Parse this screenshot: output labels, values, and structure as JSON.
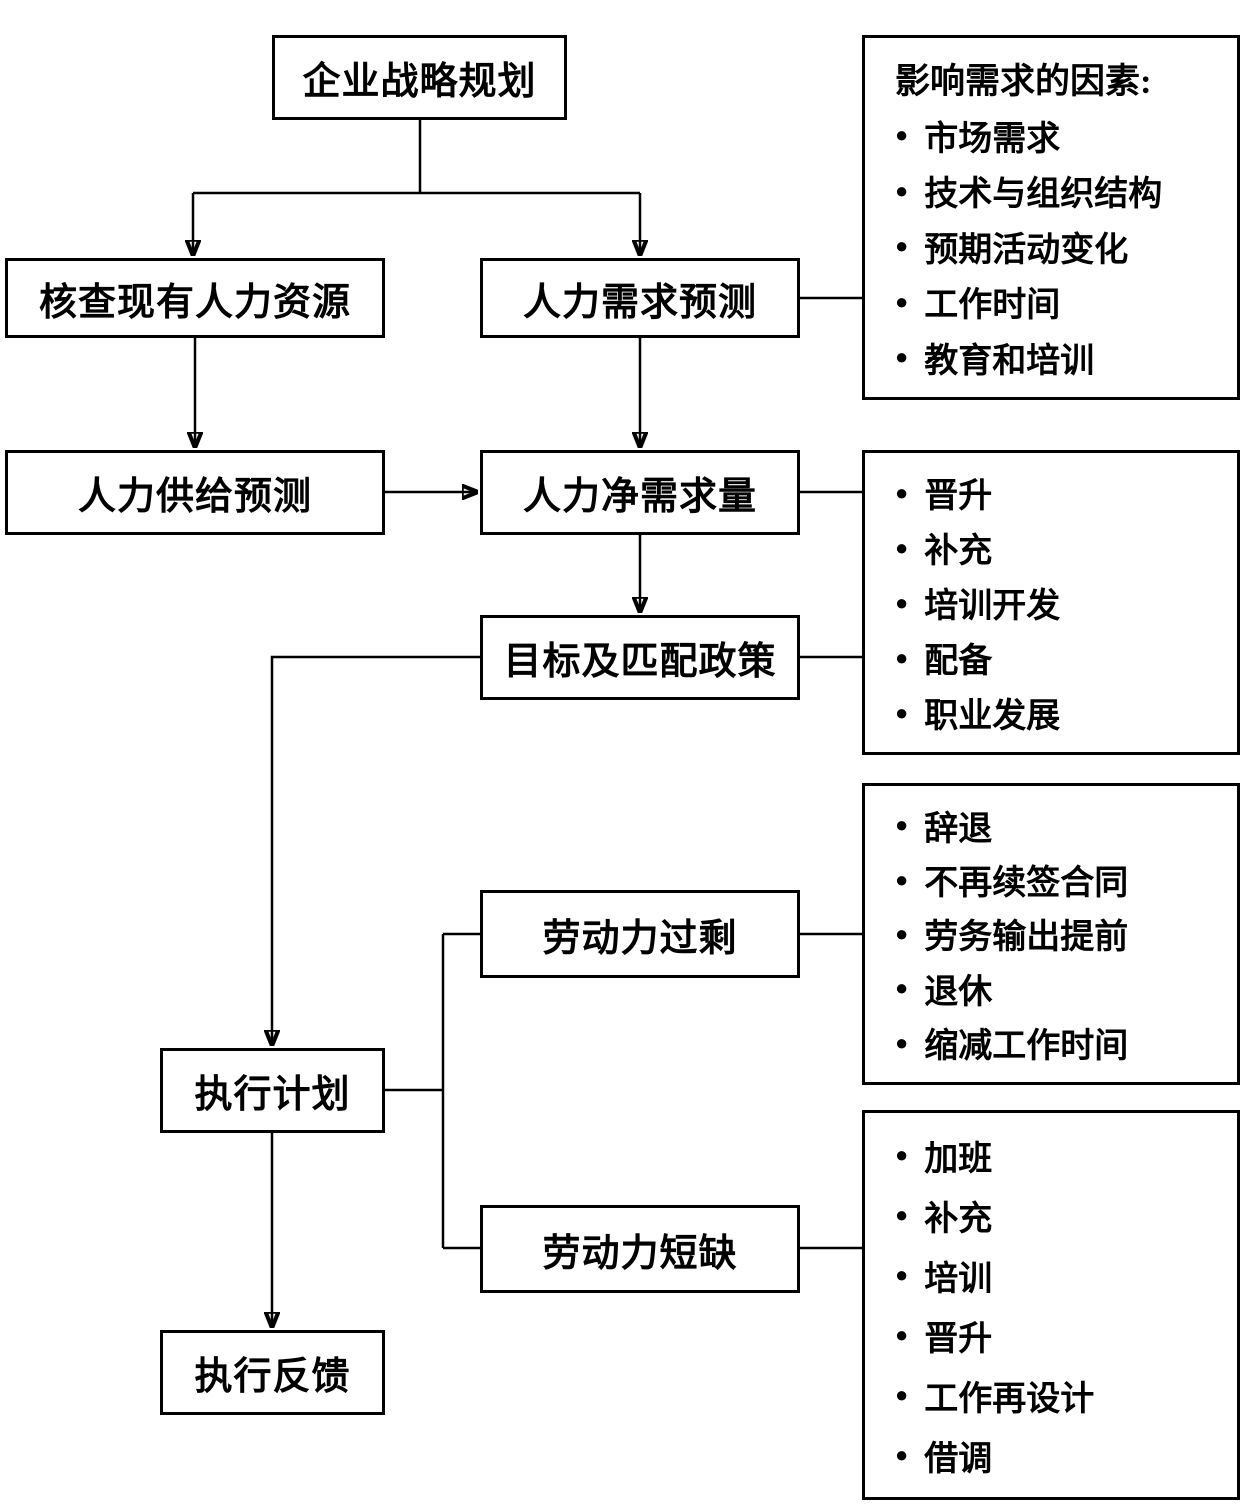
{
  "diagram": {
    "nodes": {
      "strategy": {
        "label": "企业战略规划"
      },
      "check_hr": {
        "label": "核查现有人力资源"
      },
      "demand_forecast": {
        "label": "人力需求预测"
      },
      "supply_forecast": {
        "label": "人力供给预测"
      },
      "net_demand": {
        "label": "人力净需求量"
      },
      "policy": {
        "label": "目标及匹配政策"
      },
      "execute_plan": {
        "label": "执行计划"
      },
      "labor_surplus": {
        "label": "劳动力过剩"
      },
      "labor_shortage": {
        "label": "劳动力短缺"
      },
      "feedback": {
        "label": "执行反馈"
      }
    },
    "lists": {
      "demand_factors": {
        "title": "影响需求的因素:",
        "items": [
          "市场需求",
          "技术与组织结构",
          "预期活动变化",
          "工作时间",
          "教育和培训"
        ]
      },
      "policy_options": {
        "items": [
          "晋升",
          "补充",
          "培训开发",
          "配备",
          "职业发展"
        ]
      },
      "surplus_options": {
        "items": [
          "辞退",
          "不再续签合同",
          "劳务输出提前",
          "退休",
          "缩减工作时间"
        ]
      },
      "shortage_options": {
        "items": [
          "加班",
          "补充",
          "培训",
          "晋升",
          "工作再设计",
          "借调"
        ]
      }
    }
  },
  "icons": {
    "bullet": "●"
  },
  "colors": {
    "line": "#000000",
    "background": "#ffffff",
    "text": "#000000"
  }
}
